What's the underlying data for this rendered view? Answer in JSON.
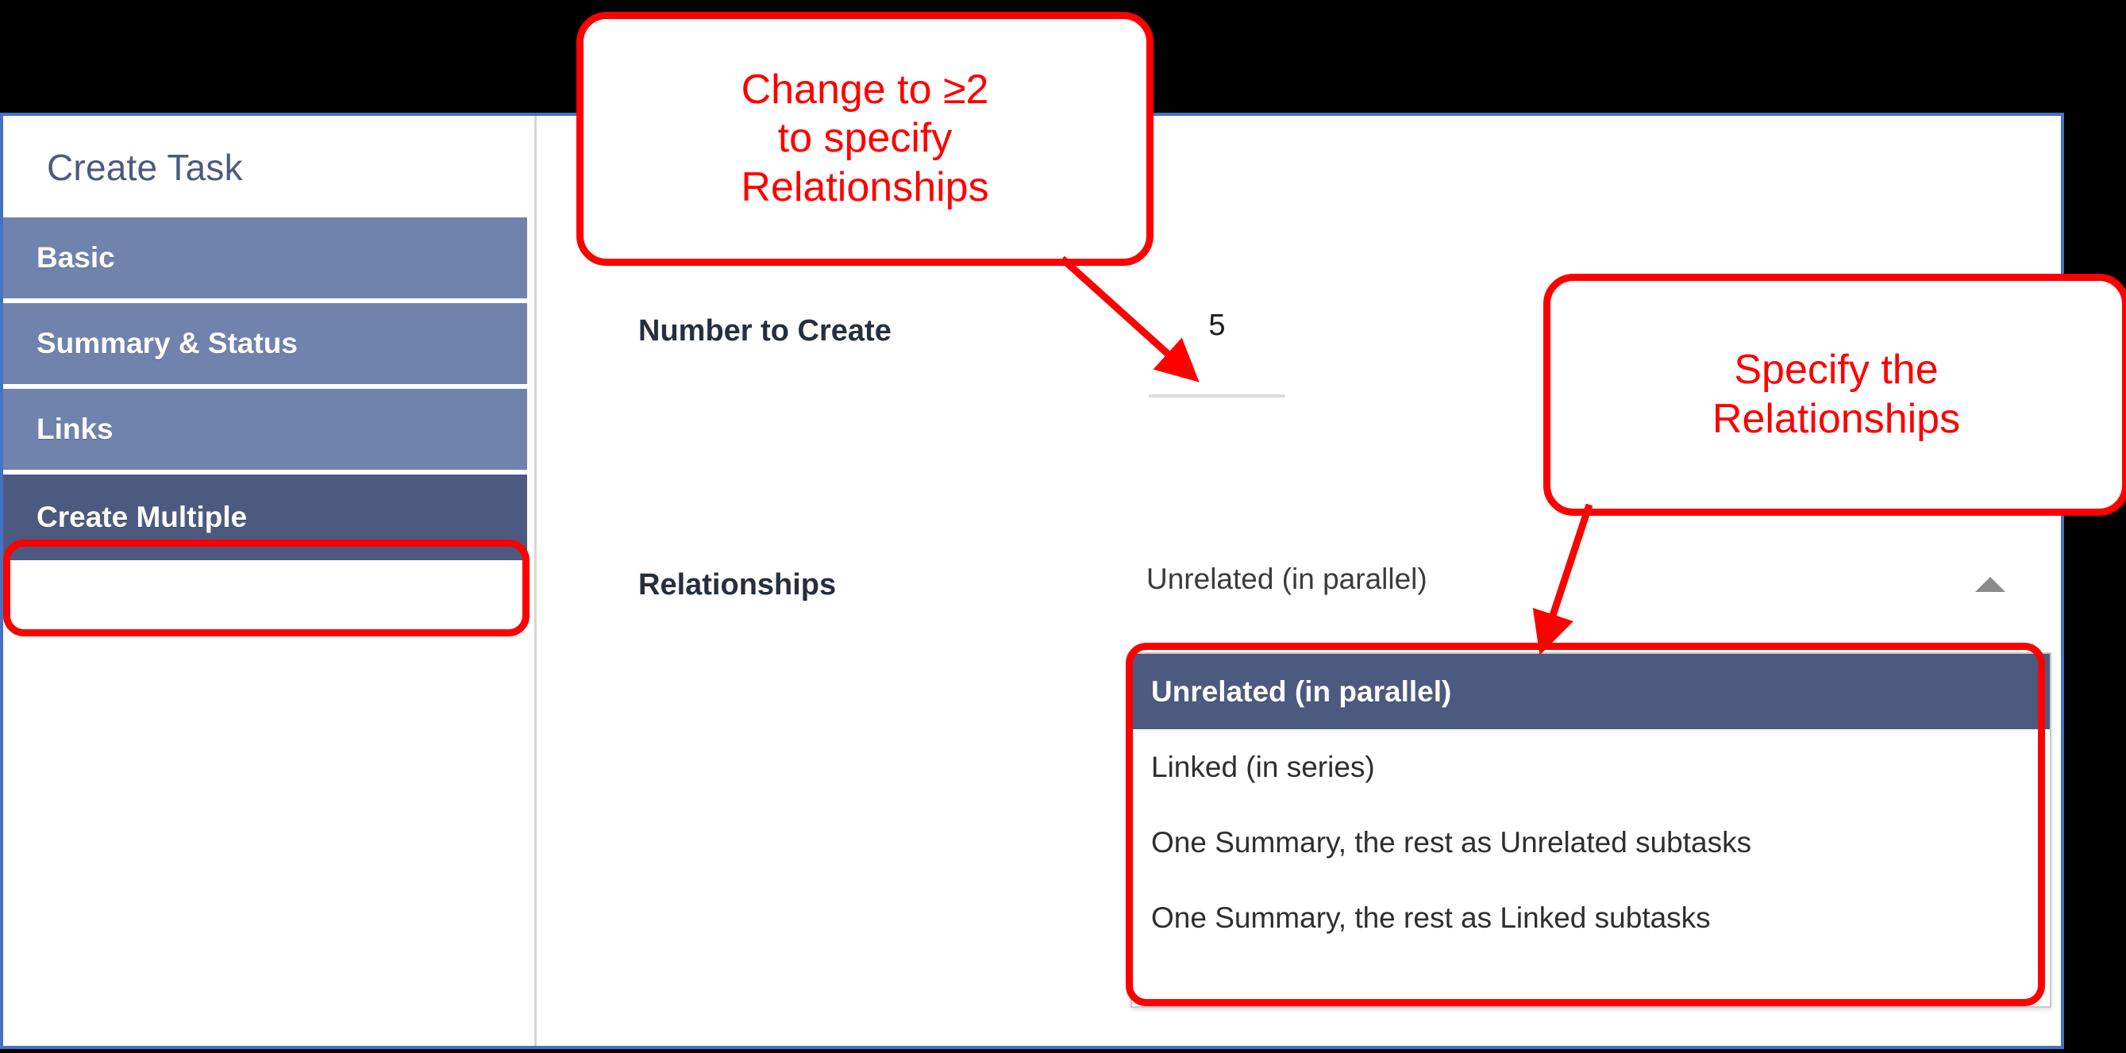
{
  "window": {
    "panel_title": "Create Task",
    "nav_items": [
      {
        "label": "Basic",
        "selected": false
      },
      {
        "label": "Summary & Status",
        "selected": false
      },
      {
        "label": "Links",
        "selected": false
      },
      {
        "label": "Create Multiple",
        "selected": true
      }
    ]
  },
  "form": {
    "number_to_create": {
      "label": "Number to Create",
      "value": "5"
    },
    "relationships": {
      "label": "Relationships",
      "selected_value": "Unrelated (in parallel)",
      "caret_icon": "triangle-up-icon",
      "options": [
        {
          "label": "Unrelated (in parallel)",
          "highlighted": true
        },
        {
          "label": "Linked (in series)",
          "highlighted": false
        },
        {
          "label": "One Summary, the rest as Unrelated subtasks",
          "highlighted": false
        },
        {
          "label": "One Summary, the rest as Linked subtasks",
          "highlighted": false
        }
      ]
    }
  },
  "annotations": {
    "callout_number": {
      "line1": "Change to ≥2",
      "line2": "to specify",
      "line3": "Relationships"
    },
    "callout_relationships": {
      "line1": "Specify the",
      "line2": "Relationships"
    }
  },
  "colors": {
    "window_border": "#4472c4",
    "nav_item": "#7083ad",
    "nav_item_selected": "#4d5a80",
    "dropdown_highlight": "#4d5a80",
    "annotation_red": "#ff0000",
    "title_text": "#4d5a7e"
  }
}
